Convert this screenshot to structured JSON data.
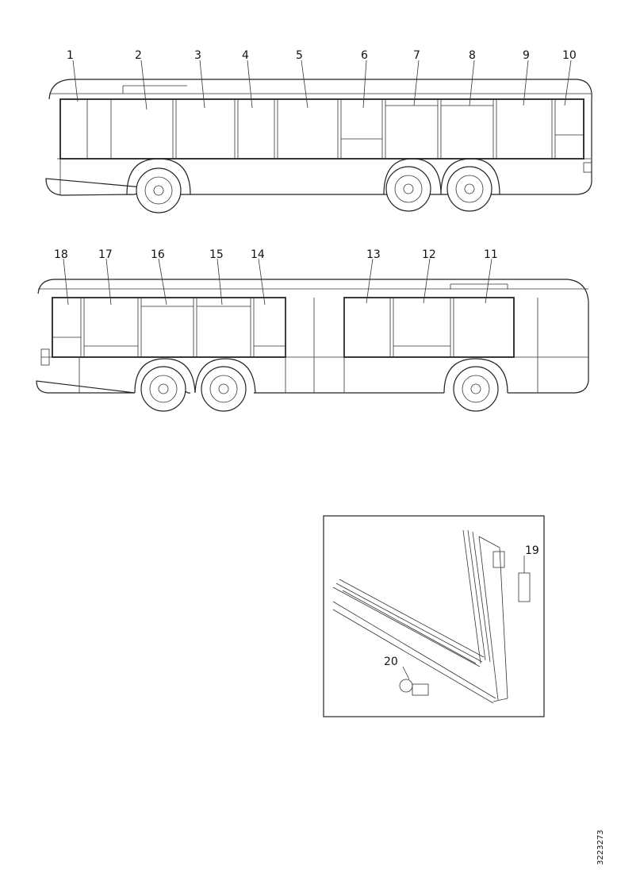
{
  "bus_top": {
    "callouts": [
      "1",
      "2",
      "3",
      "4",
      "5",
      "6",
      "7",
      "8",
      "9",
      "10"
    ]
  },
  "bus_bottom": {
    "callouts": [
      "18",
      "17",
      "16",
      "15",
      "14",
      "13",
      "12",
      "11"
    ]
  },
  "detail": {
    "callouts": [
      "19",
      "20"
    ]
  },
  "document_id": "3223273"
}
